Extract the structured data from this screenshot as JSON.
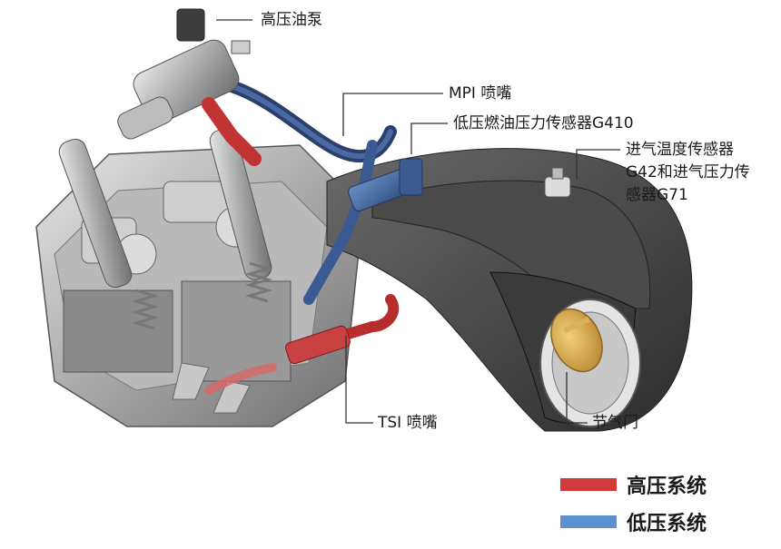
{
  "labels": {
    "hp_pump": "高压油泵",
    "mpi": "MPI 喷嘴",
    "lp_sensor": "低压燃油压力传感器G410",
    "intake_sensor_1": "进气温度传感器",
    "intake_sensor_2": "G42和进气压力传",
    "intake_sensor_3": "感器G71",
    "tsi": "TSI 喷嘴",
    "throttle": "节气门"
  },
  "legend": {
    "high": {
      "label": "高压系统",
      "color": "#d23a3a"
    },
    "low": {
      "label": "低压系统",
      "color": "#5b8fd0"
    }
  }
}
